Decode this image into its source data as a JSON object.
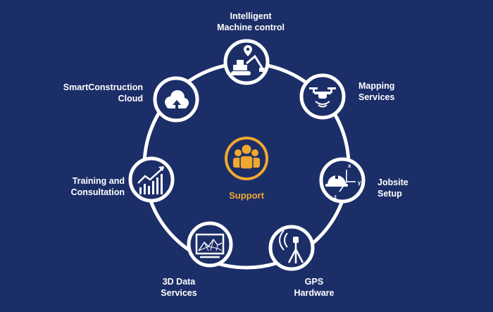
{
  "center": {
    "label": "Support",
    "icon": "people-group-icon",
    "color": "#f0a830"
  },
  "colors": {
    "background": "#1c2e68",
    "node_fill": "#1c2e68",
    "ring": "#ffffff",
    "icon": "#ffffff"
  },
  "nodes": [
    {
      "id": "intelligent-machine-control",
      "lines": [
        "Intelligent",
        "Machine control"
      ],
      "icon": "excavator-location-pin-icon"
    },
    {
      "id": "mapping-services",
      "lines": [
        "Mapping",
        "Services"
      ],
      "icon": "drone-icon"
    },
    {
      "id": "jobsite-setup",
      "lines": [
        "Jobsite",
        "Setup"
      ],
      "icon": "hardhat-axes-icon",
      "axis_labels": [
        "x",
        "y",
        "z"
      ]
    },
    {
      "id": "gps-hardware",
      "lines": [
        "GPS",
        "Hardware"
      ],
      "icon": "gps-tripod-icon"
    },
    {
      "id": "3d-data-services",
      "lines": [
        "3D Data",
        "Services"
      ],
      "icon": "monitor-terrain-icon"
    },
    {
      "id": "training-and-consultation",
      "lines": [
        "Training and",
        "Consultation"
      ],
      "icon": "growth-chart-icon"
    },
    {
      "id": "smartconstruction-cloud",
      "lines": [
        "SmartConstruction",
        "Cloud"
      ],
      "icon": "cloud-upload-icon"
    }
  ]
}
